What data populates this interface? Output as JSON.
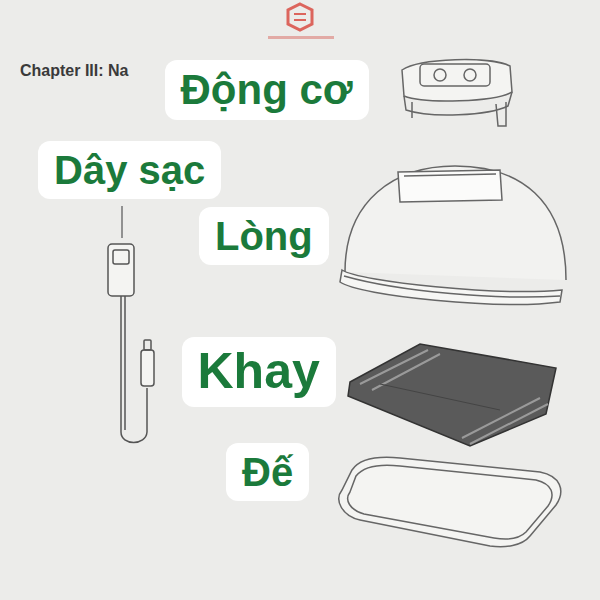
{
  "diagram": {
    "nodes": [
      {
        "text": [
          "Động cơ"
        ]
      },
      {
        "text": [
          "Dây sạc"
        ]
      },
      {
        "text": [
          "Lòng"
        ]
      },
      {
        "text": [
          "Khay"
        ]
      },
      {
        "text": [
          "Đế"
        ]
      }
    ],
    "labels": [
      "Chapter III: Na"
    ]
  }
}
